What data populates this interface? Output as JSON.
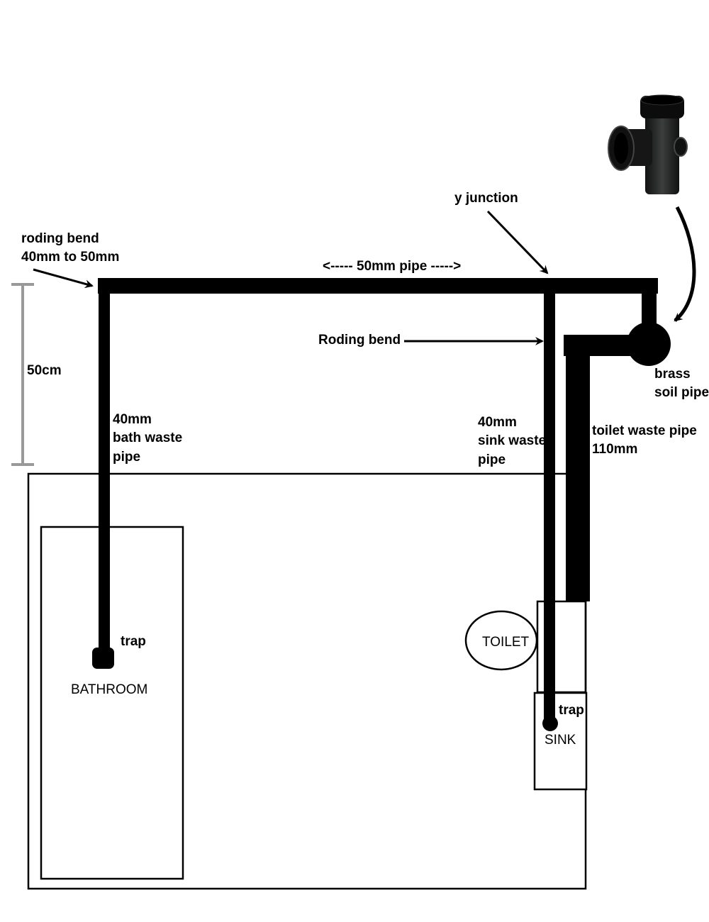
{
  "labels": {
    "roding_bend_top": [
      "roding bend",
      "40mm to 50mm"
    ],
    "pipe_50mm": "<----- 50mm pipe ----->",
    "y_junction": "y junction",
    "roding_bend": "Roding bend",
    "scale": "50cm",
    "bath_pipe": [
      "40mm",
      "bath waste",
      "pipe"
    ],
    "sink_pipe": [
      "40mm",
      "sink waste",
      "pipe"
    ],
    "toilet_pipe": [
      "toilet waste pipe",
      "110mm"
    ],
    "brass": [
      "brass",
      "soil pipe"
    ],
    "bath_trap": "trap",
    "bathroom": "BATHROOM",
    "toilet": "TOILET",
    "sink_trap": "trap",
    "sink": "SINK"
  },
  "colors": {
    "pipe": "#000000",
    "scale": "#999999"
  }
}
